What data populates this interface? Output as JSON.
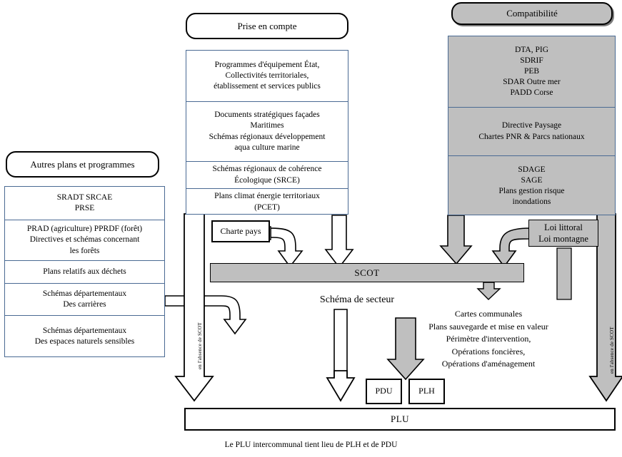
{
  "diagram": {
    "title_caption": "Le PLU intercommunal tient lieu de PLH et de PDU"
  },
  "headers": {
    "prise_en_compte": "Prise en compte",
    "compatibilite": "Compatibilité",
    "autres_plans": "Autres plans et programmes"
  },
  "center_stack": [
    "Programmes d'équipement État,\nCollectivités territoriales,\nétablissement et services publics",
    "Documents stratégiques façades\nMaritimes\nSchémas régionaux développement\naqua culture marine",
    "Schémas régionaux de cohérence\nÉcologique (SRCE)",
    "Plans climat énergie territoriaux\n(PCET)"
  ],
  "right_stack": [
    "DTA, PIG\nSDRIF\nPEB\nSDAR Outre mer\nPADD Corse",
    "Directive Paysage\nChartes PNR & Parcs nationaux",
    "SDAGE\nSAGE\nPlans gestion risque\ninondations"
  ],
  "left_stack": [
    "SRADT SRCAE\nPRSE",
    "PRAD (agriculture) PPRDF (forêt)\nDirectives et schémas  concernant\nles forêts",
    "Plans relatifs aux déchets",
    "Schémas départementaux\nDes carrières",
    "Schémas départementaux\nDes espaces naturels sensibles"
  ],
  "nodes": {
    "charte_pays": "Charte pays",
    "loi_littoral": "Loi littoral\nLoi montagne",
    "scot": "SCOT",
    "schema_secteur": "Schéma de secteur",
    "cartes_communales": "Cartes communales\nPlans sauvegarde  et mise en valeur\nPérimètre d'intervention,\nOpérations foncières,\nOpérations d'aménagement",
    "pdu": "PDU",
    "plh": "PLH",
    "plu": "PLU"
  },
  "vertical_labels": {
    "left": "en l'absence de SCOT",
    "right": "en l'absence de SCOT"
  },
  "colors": {
    "gray_fill": "#bfbfbf",
    "blue_border": "#4a6a93",
    "black": "#000000",
    "white": "#ffffff"
  }
}
